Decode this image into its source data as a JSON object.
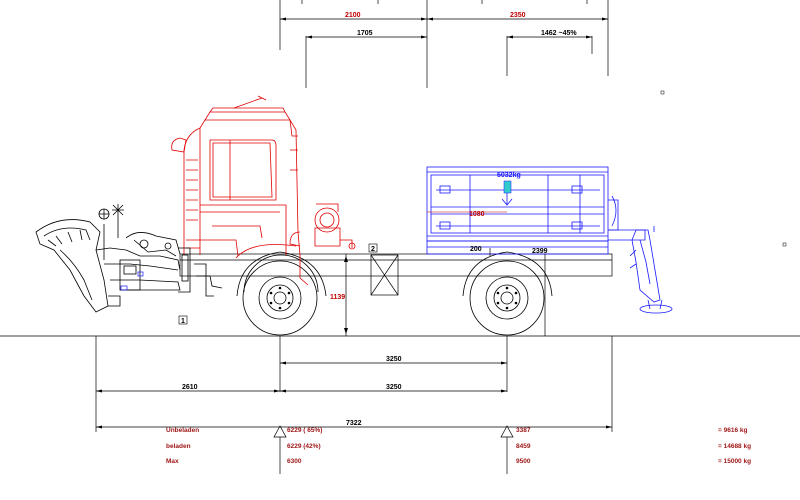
{
  "colors": {
    "cab": "#e00000",
    "body": "#1a1aff",
    "chassis": "#000000",
    "load_text": "#a01818",
    "dim_red": "#c00000",
    "cyan": "#33cccc"
  },
  "top_dims": {
    "cab_span": "2100",
    "rear_span": "2350",
    "cab_inner": "1705",
    "rear_inner": "1462 ~45%"
  },
  "body_labels": {
    "load_mass": "5032kg",
    "load_offset": "1080",
    "mark_200": "200",
    "mark_2399": "2399",
    "frame_height": "1139",
    "box_2": "2",
    "box_1": "1"
  },
  "bottom_dims": {
    "wheelbase_1": "3250",
    "wheelbase_2": "3250",
    "front_overhang": "2610",
    "overall_length": "7322"
  },
  "loads": {
    "rows": [
      {
        "label": "Unbeladen",
        "front": "6229 ( 65%)",
        "rear": "3387",
        "total": "= 9616 kg"
      },
      {
        "label": "beladen",
        "front": "6229 (42%)",
        "rear": "8459",
        "total": "= 14688 kg"
      },
      {
        "label": "Max",
        "front": "6300",
        "rear": "9500",
        "total": "= 15000 kg"
      }
    ]
  }
}
